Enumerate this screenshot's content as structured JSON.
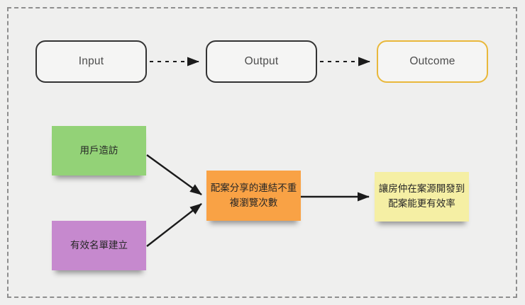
{
  "frame": {
    "background_color": "#efefee",
    "border_color": "#8e8e8e"
  },
  "stages": [
    {
      "label": "Input",
      "fill": "#f5f5f4",
      "border_color": "#333333"
    },
    {
      "label": "Output",
      "fill": "#f5f5f4",
      "border_color": "#333333"
    },
    {
      "label": "Outcome",
      "fill": "#f5f5f4",
      "border_color": "#e9b83b"
    }
  ],
  "notes": [
    {
      "id": "user-visits",
      "text": "用戶造訪",
      "color": "#93d277"
    },
    {
      "id": "valid-list",
      "text": "有效名單建立",
      "color": "#c689ce"
    },
    {
      "id": "unique-views",
      "text": "配案分享的連結不重複瀏覽次數",
      "color": "#f9a245"
    },
    {
      "id": "efficiency",
      "text": "讓房仲在案源開發到配案能更有效率",
      "color": "#f5efa4"
    }
  ],
  "connectors": {
    "color": "#1b1b1b",
    "items": [
      {
        "id": "input-to-output",
        "style": "dashed"
      },
      {
        "id": "output-to-outcome",
        "style": "dashed"
      },
      {
        "id": "user-visits-to-views",
        "style": "solid"
      },
      {
        "id": "valid-list-to-views",
        "style": "solid"
      },
      {
        "id": "views-to-efficiency",
        "style": "solid"
      }
    ]
  }
}
